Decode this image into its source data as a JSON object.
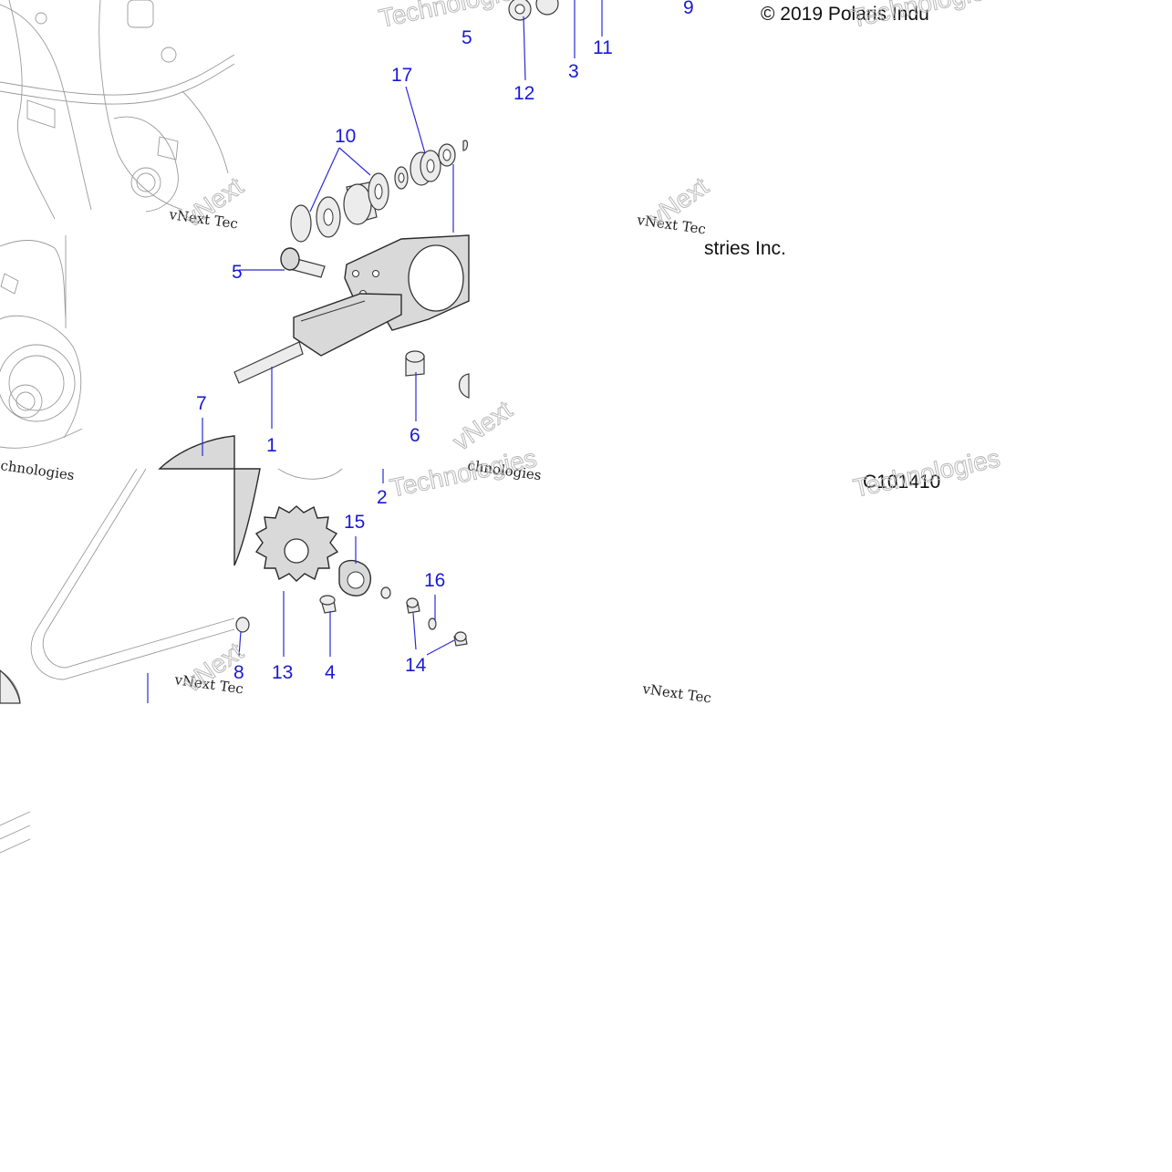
{
  "callouts": [
    {
      "label": "9"
    },
    {
      "label": "11"
    },
    {
      "label": "3"
    },
    {
      "label": "12"
    },
    {
      "label": "5"
    },
    {
      "label": "17"
    },
    {
      "label": "10"
    },
    {
      "label": "7"
    },
    {
      "label": "1"
    },
    {
      "label": "6"
    },
    {
      "label": "2"
    },
    {
      "label": "15"
    },
    {
      "label": "16"
    },
    {
      "label": "13"
    },
    {
      "label": "4"
    },
    {
      "label": "14"
    },
    {
      "label": "8"
    },
    {
      "label": "5"
    }
  ],
  "captions": {
    "copyright": "© 2019 Polaris Indu",
    "copyright_tail": "stries Inc.",
    "diagram_code": "C101410"
  },
  "watermarks": {
    "vnext_tech": "vNext Tec",
    "technologies": "Technologies",
    "vnext": "vNext",
    "technologies_short": "chnologies"
  }
}
